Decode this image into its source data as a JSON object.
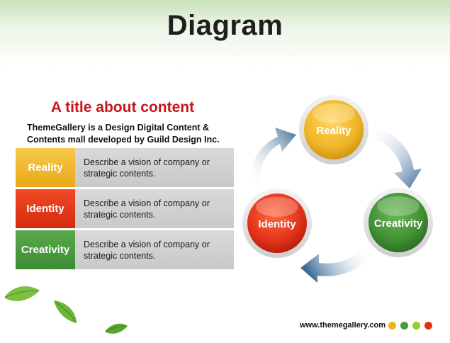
{
  "slide": {
    "title": "Diagram"
  },
  "content": {
    "title": "A title about content",
    "description": "ThemeGallery  is a Design Digital Content &\nContents mall developed by Guild Design Inc."
  },
  "table": {
    "rows": [
      {
        "label": "Reality",
        "text": "Describe a vision of company or\nstrategic contents.",
        "color": "#eeb52c"
      },
      {
        "label": "Identity",
        "text": "Describe a vision of company or\nstrategic contents.",
        "color": "#e23b1b"
      },
      {
        "label": "Creativity",
        "text": "Describe a vision of company or\nstrategic contents.",
        "color": "#4a9a3e"
      }
    ]
  },
  "cycle": {
    "nodes": [
      {
        "label": "Reality",
        "color": "#f0b62a"
      },
      {
        "label": "Creativity",
        "color": "#3f8f33"
      },
      {
        "label": "Identity",
        "color": "#e2321a"
      }
    ],
    "arrow_color": "#3e6b95"
  },
  "footer": {
    "url": "www.themegallery.com",
    "dots": [
      "#f2b21b",
      "#4a9a3e",
      "#9bcc2e",
      "#e2321a"
    ]
  }
}
